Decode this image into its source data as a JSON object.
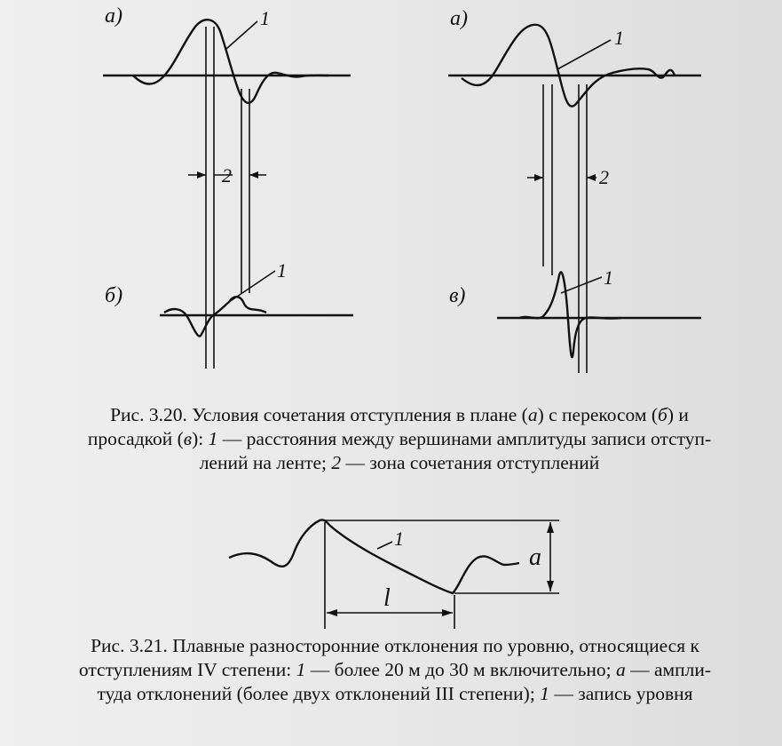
{
  "figure_3_20": {
    "panel_a_left_label": "а)",
    "panel_a_right_label": "а)",
    "panel_b_label": "б)",
    "panel_v_label": "в)",
    "marker_1": "1",
    "marker_2": "2",
    "caption_lines": [
      [
        "Рис. 3.20. Условия сочетания отступления в плане (",
        "а",
        ") с перекосом (",
        "б",
        ") и"
      ],
      [
        "просадкой (",
        "в",
        "): ",
        "1",
        " — расстояния между вершинами амплитуды записи отступ-"
      ],
      [
        "лений на ленте; ",
        "2",
        " — зона сочетания отступлений"
      ]
    ]
  },
  "figure_3_21": {
    "marker_1": "1",
    "label_a": "a",
    "label_l": "l",
    "caption_lines": [
      [
        "Рис. 3.21. Плавные разносторонние отклонения по уровню, относящиеся к"
      ],
      [
        "отступлениям IV степени: ",
        "1",
        " — более 20 м до 30 м включительно; ",
        "a",
        " — ампли-"
      ],
      [
        "туда отклонений (более двух отклонений III степени); ",
        "1",
        " — запись уровня"
      ]
    ]
  }
}
